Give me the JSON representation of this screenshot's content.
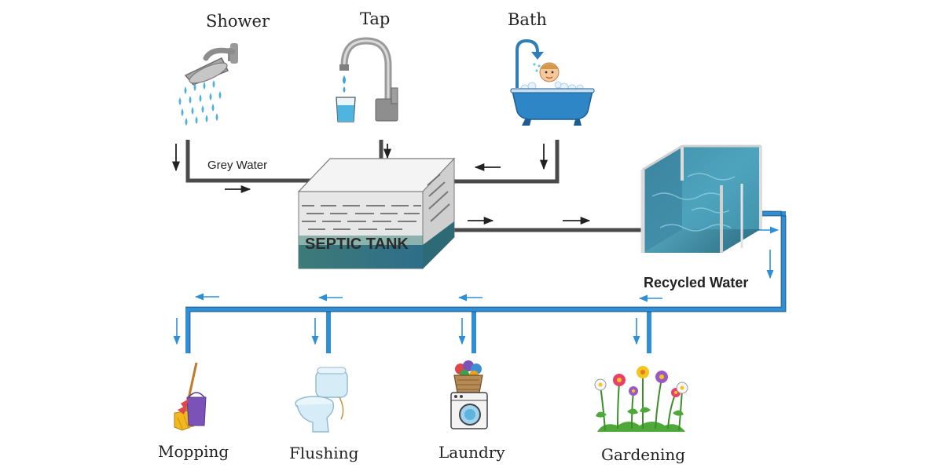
{
  "sources": [
    {
      "id": "shower",
      "label": "Shower",
      "icon": "shower-icon"
    },
    {
      "id": "tap",
      "label": "Tap",
      "icon": "tap-icon"
    },
    {
      "id": "bath",
      "label": "Bath",
      "icon": "bath-icon"
    }
  ],
  "grey_water_label": "Grey Water",
  "septic_tank_label": "SEPTIC TANK",
  "recycled_water_label": "Recycled Water",
  "uses": [
    {
      "id": "mopping",
      "label": "Mopping",
      "icon": "mop-bucket-icon"
    },
    {
      "id": "flushing",
      "label": "Flushing",
      "icon": "toilet-icon"
    },
    {
      "id": "laundry",
      "label": "Laundry",
      "icon": "washing-machine-icon"
    },
    {
      "id": "gardening",
      "label": "Gardening",
      "icon": "flowers-icon"
    }
  ],
  "colors": {
    "grey_pipe": "#4a4a4a",
    "recycled_pipe": "#2f8fd6",
    "water": "#4aa3c8"
  }
}
